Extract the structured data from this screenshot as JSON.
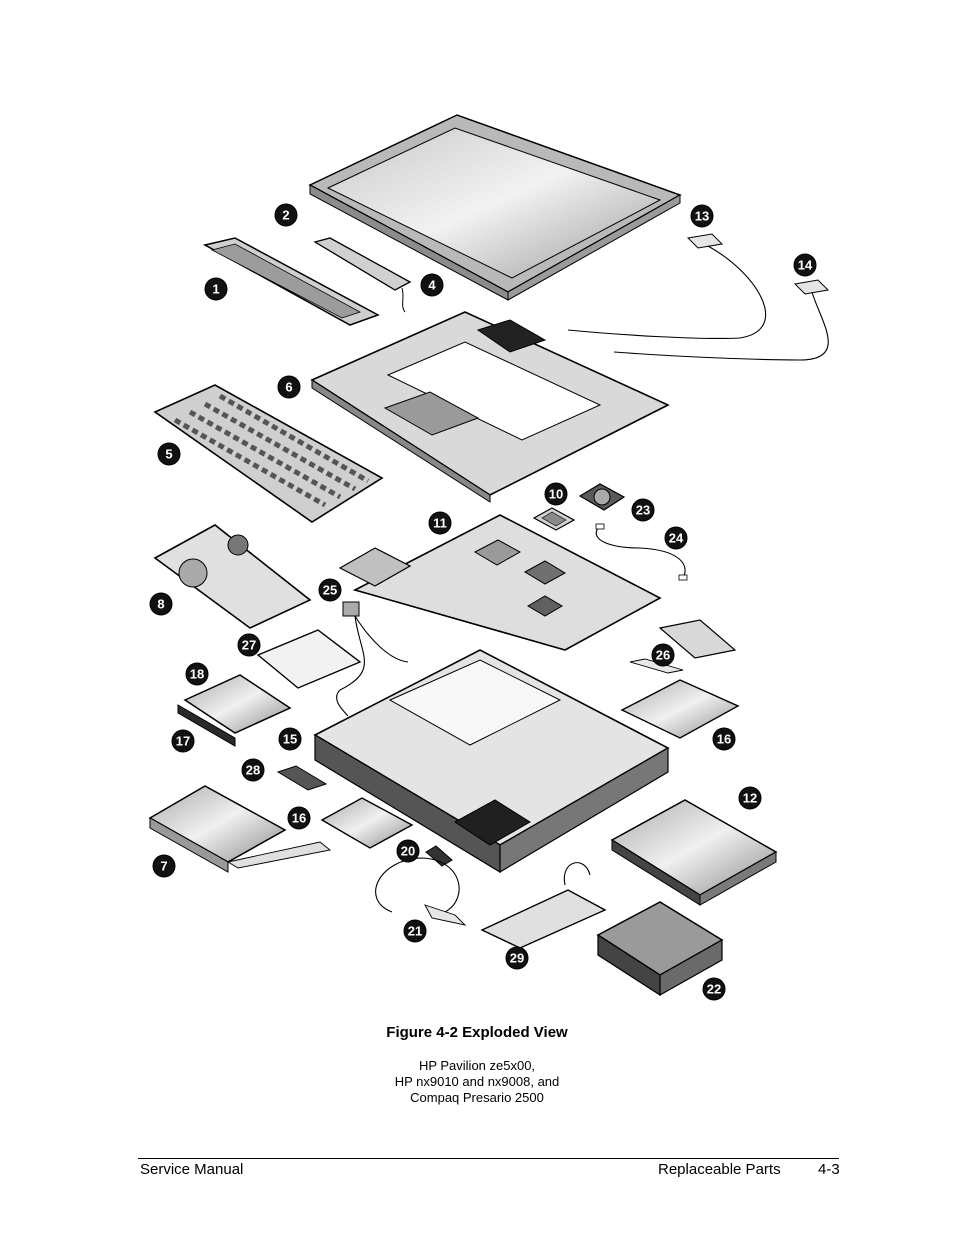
{
  "figure": {
    "caption": "Figure 4-2 Exploded View",
    "subtitle_lines": [
      "HP Pavilion ze5x00,",
      "HP nx9010 and nx9008, and",
      "Compaq Presario 2500"
    ],
    "callouts": [
      "1",
      "2",
      "4",
      "5",
      "6",
      "7",
      "8",
      "10",
      "11",
      "12",
      "13",
      "14",
      "15",
      "16",
      "16",
      "17",
      "18",
      "20",
      "21",
      "22",
      "23",
      "24",
      "25",
      "26",
      "27",
      "28",
      "29"
    ]
  },
  "footer": {
    "left": "Service Manual",
    "section": "Replaceable Parts",
    "page": "4-3"
  }
}
